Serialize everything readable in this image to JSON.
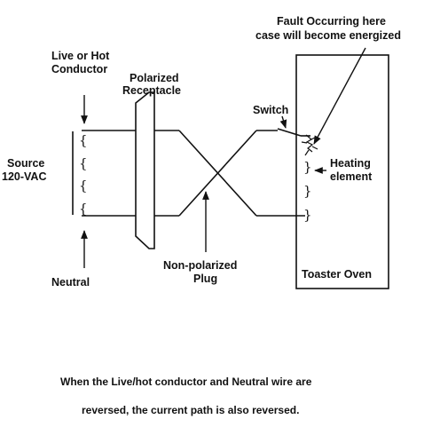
{
  "labels": {
    "fault_line1": "Fault Occurring here",
    "fault_line2": "case will become energized",
    "live_line1": "Live or Hot",
    "live_line2": "Conductor",
    "receptacle_line1": "Polarized",
    "receptacle_line2": "Receptacle",
    "switch": "Switch",
    "source_line1": "Source",
    "source_line2": "120-VAC",
    "heating_line1": "Heating",
    "heating_line2": "element",
    "neutral": "Neutral",
    "plug_line1": "Non-polarized",
    "plug_line2": "Plug",
    "toaster": "Toaster Oven"
  },
  "caption": {
    "line1": "When the Live/hot conductor and Neutral wire are",
    "line2": "reversed, the current path is also reversed."
  },
  "colors": {
    "ink": "#111111",
    "background": "#ffffff"
  }
}
